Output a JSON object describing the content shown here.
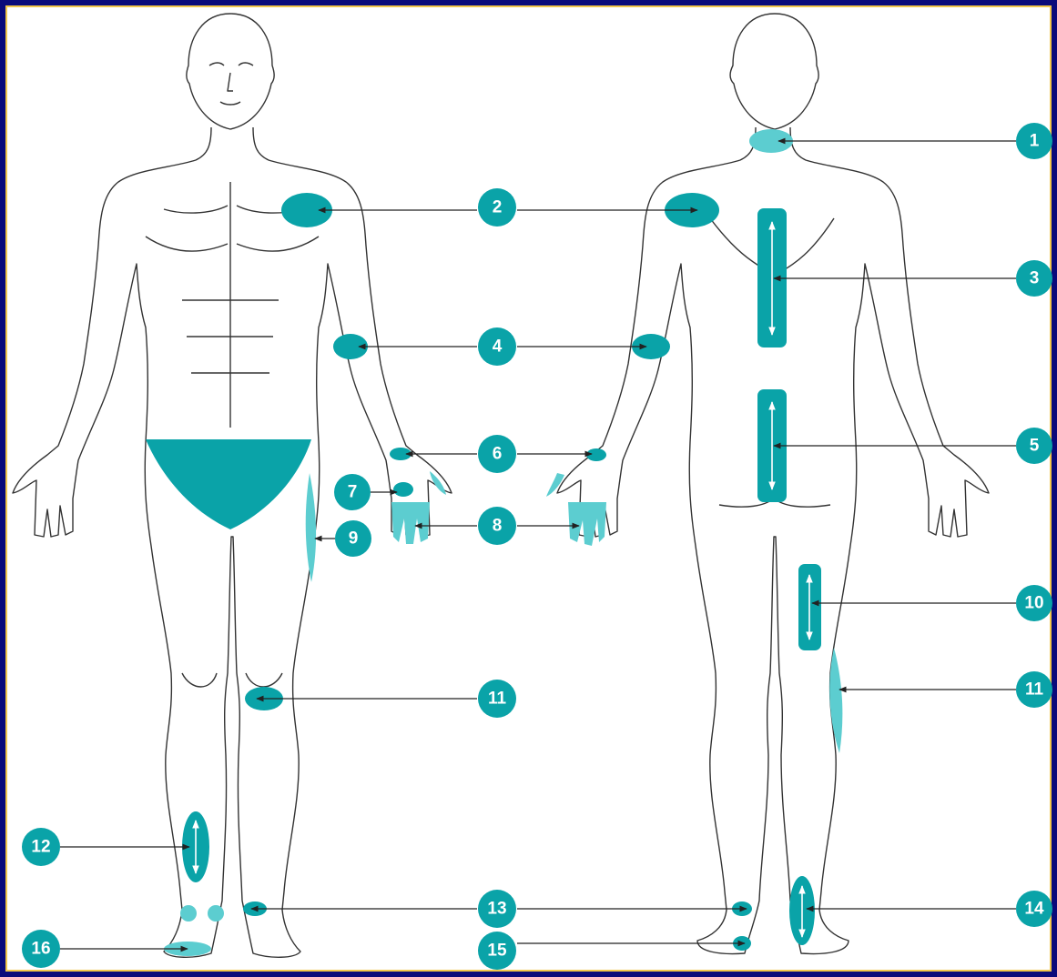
{
  "colors": {
    "outer_background": "#0a0a7a",
    "frame_border": "#f1c64a",
    "zone_dark": "#0aa3a8",
    "zone_light": "#5ccdd0",
    "outline": "#333333",
    "leader_line": "#222222"
  },
  "figures": {
    "front_view": "anterior body outline",
    "back_view": "posterior body outline"
  },
  "markers": [
    {
      "id": "m1",
      "label": "1"
    },
    {
      "id": "m2",
      "label": "2"
    },
    {
      "id": "m3",
      "label": "3"
    },
    {
      "id": "m4",
      "label": "4"
    },
    {
      "id": "m5",
      "label": "5"
    },
    {
      "id": "m6",
      "label": "6"
    },
    {
      "id": "m7",
      "label": "7"
    },
    {
      "id": "m8",
      "label": "8"
    },
    {
      "id": "m9",
      "label": "9"
    },
    {
      "id": "m10",
      "label": "10"
    },
    {
      "id": "m11a",
      "label": "11"
    },
    {
      "id": "m11b",
      "label": "11"
    },
    {
      "id": "m12",
      "label": "12"
    },
    {
      "id": "m13",
      "label": "13"
    },
    {
      "id": "m14",
      "label": "14"
    },
    {
      "id": "m15",
      "label": "15"
    },
    {
      "id": "m16",
      "label": "16"
    }
  ]
}
